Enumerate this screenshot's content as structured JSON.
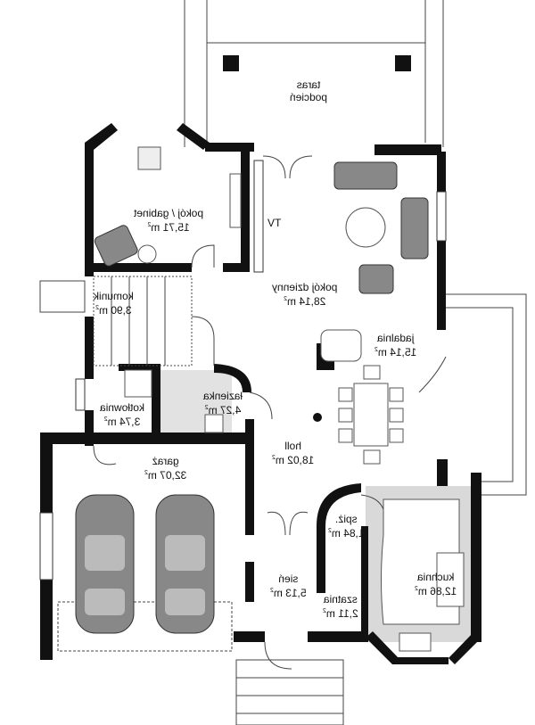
{
  "rooms": [
    {
      "id": "taras",
      "name": "taras",
      "name2": "podcień",
      "area": ""
    },
    {
      "id": "gabinet",
      "name": "pokój / gabinet",
      "area": "15,71 m"
    },
    {
      "id": "tv",
      "name": "TV",
      "area": ""
    },
    {
      "id": "dzienny",
      "name": "pokój dzienny",
      "area": "28,14 m"
    },
    {
      "id": "komunik",
      "name": "komunik",
      "area": "3,90 m"
    },
    {
      "id": "jadalnia",
      "name": "jadalnia",
      "area": "15,14 m"
    },
    {
      "id": "lazienka",
      "name": "łazienka",
      "area": "4,27 m"
    },
    {
      "id": "kotlownia",
      "name": "kotłownia",
      "area": "3,74 m"
    },
    {
      "id": "holl",
      "name": "holl",
      "area": "18,02 m"
    },
    {
      "id": "garaz",
      "name": "garaż",
      "area": "32,07 m"
    },
    {
      "id": "spiz",
      "name": "spiż.",
      "area": "1,84 m"
    },
    {
      "id": "kuchnia",
      "name": "kuchnia",
      "area": "12,86 m"
    },
    {
      "id": "sien",
      "name": "sień",
      "area": "5,13 m"
    },
    {
      "id": "szatnia",
      "name": "szatnia",
      "area": "2,11 m"
    }
  ],
  "area_unit_sup": "2",
  "colors": {
    "wall": "#111111",
    "kitchen_floor": "#d9d9d9",
    "furniture": "#888888"
  }
}
